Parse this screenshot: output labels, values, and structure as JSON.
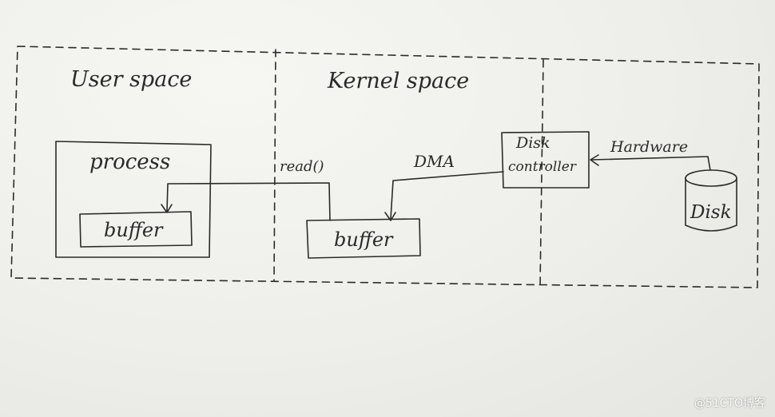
{
  "regions": {
    "user_space": "User space",
    "kernel_space": "Kernel space"
  },
  "boxes": {
    "process": "process",
    "user_buffer": "buffer",
    "kernel_buffer": "buffer",
    "disk_controller_line1": "Disk",
    "disk_controller_line2": "controller",
    "disk": "Disk"
  },
  "arrows": {
    "read": "read()",
    "dma": "DMA",
    "hardware": "Hardware"
  },
  "watermark": "@51CTO博客"
}
